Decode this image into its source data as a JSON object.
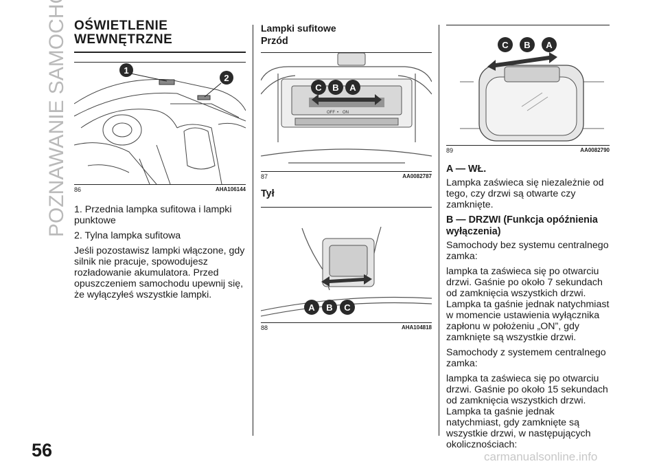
{
  "side_title": "POZNAWANIE SAMOCHODU",
  "page_number": "56",
  "watermark": "carmanualsonline.info",
  "col1": {
    "title_line1": "OŚWIETLENIE",
    "title_line2": "WEWNĘTRZNE",
    "fig_num": "86",
    "fig_code": "AHA106144",
    "callout1": "1",
    "callout2": "2",
    "items": [
      "1. Przednia lampka sufitowa i lampki punktowe",
      "2. Tylna lampka sufitowa"
    ],
    "note": "Jeśli pozostawisz lampki włączone, gdy silnik nie pracuje, spowodujesz rozładowanie akumulatora. Przed opuszczeniem samochodu upewnij się, że wyłączyłeś wszystkie lampki."
  },
  "col2": {
    "heading1": "Lampki sufitowe",
    "heading2": "Przód",
    "fig87_num": "87",
    "fig87_code": "AA0082787",
    "switch_off": "OFF",
    "switch_dot": "•",
    "switch_on": "ON",
    "fig87_labels": [
      "C",
      "B",
      "A"
    ],
    "heading3": "Tył",
    "fig88_num": "88",
    "fig88_code": "AHA104818",
    "fig88_labels": [
      "A",
      "B",
      "C"
    ]
  },
  "col3": {
    "fig89_num": "89",
    "fig89_code": "AA0082790",
    "fig89_labels": [
      "C",
      "B",
      "A"
    ],
    "h_a": "A — WŁ.",
    "p_a": "Lampka zaświeca się niezależnie od tego, czy drzwi są otwarte czy zamknięte.",
    "h_b": "B — DRZWI (Funkcja opóźnienia wyłączenia)",
    "p_b1": "Samochody bez systemu centralnego zamka:",
    "p_b2": "lampka ta zaświeca się po otwarciu drzwi. Gaśnie po około 7 sekundach od zamknięcia wszystkich drzwi. Lampka ta gaśnie jednak natychmiast w momencie ustawienia wyłącznika zapłonu w położeniu „ON”, gdy zamknięte są wszystkie drzwi.",
    "p_b3": "Samochody z systemem centralnego zamka:",
    "p_b4": "lampka ta zaświeca się po otwarciu drzwi. Gaśnie po około 15 sekundach od zamknięcia wszystkich drzwi. Lampka ta gaśnie jednak natychmiast, gdy zamknięte są wszystkie drzwi, w następujących okolicznościach:"
  }
}
